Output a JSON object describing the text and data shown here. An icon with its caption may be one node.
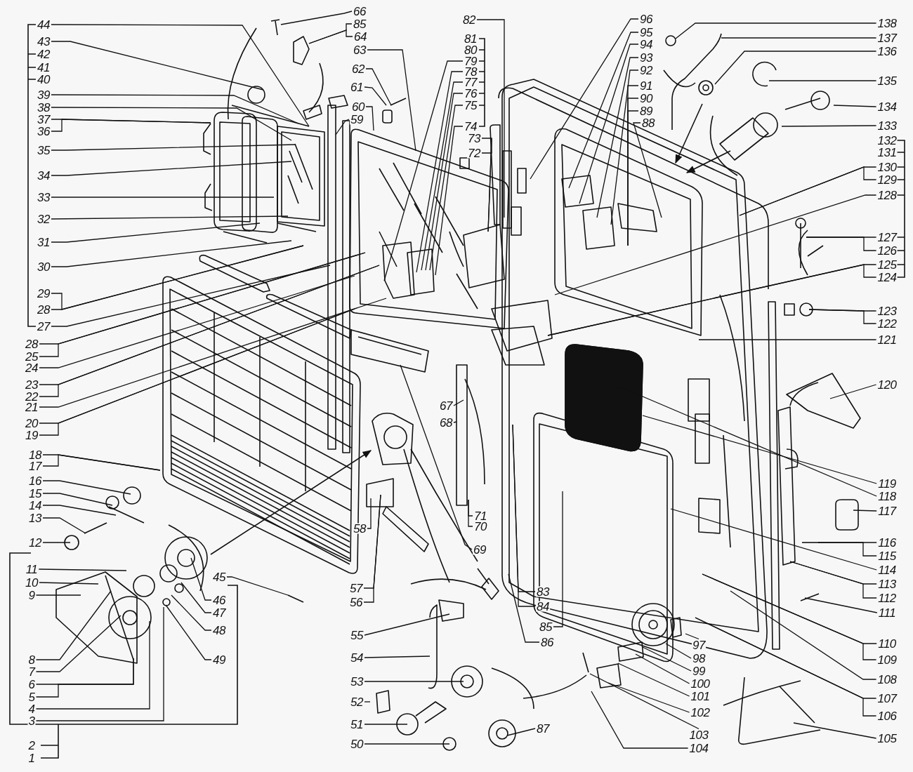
{
  "diagram": {
    "nodes": [
      {
        "text": [
          "3"
        ]
      },
      {
        "text": [
          "4"
        ]
      },
      {
        "text": [
          "5"
        ]
      },
      {
        "text": [
          "6"
        ]
      },
      {
        "text": [
          "7"
        ]
      },
      {
        "text": [
          "8"
        ]
      },
      {
        "text": [
          "9"
        ]
      },
      {
        "text": [
          "10"
        ]
      },
      {
        "text": [
          "11"
        ]
      },
      {
        "text": [
          "12"
        ]
      },
      {
        "text": [
          "13"
        ]
      },
      {
        "text": [
          "14"
        ]
      },
      {
        "text": [
          "15"
        ]
      },
      {
        "text": [
          "16"
        ]
      },
      {
        "text": [
          "17"
        ]
      },
      {
        "text": [
          "18"
        ]
      },
      {
        "text": [
          "19"
        ]
      },
      {
        "text": [
          "20"
        ]
      },
      {
        "text": [
          "21"
        ]
      },
      {
        "text": [
          "22"
        ]
      },
      {
        "text": [
          "23"
        ]
      },
      {
        "text": [
          "24"
        ]
      },
      {
        "text": [
          "25"
        ]
      },
      {
        "text": [
          "28"
        ]
      },
      {
        "text": [
          "27"
        ]
      },
      {
        "text": [
          "28"
        ]
      },
      {
        "text": [
          "29"
        ]
      },
      {
        "text": [
          "30"
        ]
      },
      {
        "text": [
          "31"
        ]
      },
      {
        "text": [
          "32"
        ]
      },
      {
        "text": [
          "33"
        ]
      },
      {
        "text": [
          "34"
        ]
      },
      {
        "text": [
          "35"
        ]
      },
      {
        "text": [
          "36"
        ]
      },
      {
        "text": [
          "37"
        ]
      },
      {
        "text": [
          "38"
        ]
      },
      {
        "text": [
          "39"
        ]
      },
      {
        "text": [
          "43"
        ]
      },
      {
        "text": [
          "44"
        ]
      },
      {
        "text": [
          "45"
        ]
      },
      {
        "text": [
          "46"
        ]
      },
      {
        "text": [
          "47"
        ]
      },
      {
        "text": [
          "48"
        ]
      },
      {
        "text": [
          "49"
        ]
      },
      {
        "text": [
          "50"
        ]
      },
      {
        "text": [
          "51"
        ]
      },
      {
        "text": [
          "52"
        ]
      },
      {
        "text": [
          "53"
        ]
      },
      {
        "text": [
          "54"
        ]
      },
      {
        "text": [
          "55"
        ]
      },
      {
        "text": [
          "56"
        ]
      },
      {
        "text": [
          "57"
        ]
      },
      {
        "text": [
          "58"
        ]
      },
      {
        "text": [
          "59"
        ]
      },
      {
        "text": [
          "60"
        ]
      },
      {
        "text": [
          "61"
        ]
      },
      {
        "text": [
          "62"
        ]
      },
      {
        "text": [
          "63"
        ]
      },
      {
        "text": [
          "64"
        ]
      },
      {
        "text": [
          "85"
        ]
      },
      {
        "text": [
          "66"
        ]
      },
      {
        "text": [
          "67"
        ]
      },
      {
        "text": [
          "68"
        ]
      },
      {
        "text": [
          "69"
        ]
      },
      {
        "text": [
          "70"
        ]
      },
      {
        "text": [
          "71"
        ]
      },
      {
        "text": [
          "72"
        ]
      },
      {
        "text": [
          "73"
        ]
      },
      {
        "text": [
          "74"
        ]
      },
      {
        "text": [
          "75"
        ]
      },
      {
        "text": [
          "76"
        ]
      },
      {
        "text": [
          "77"
        ]
      },
      {
        "text": [
          "78"
        ]
      },
      {
        "text": [
          "79"
        ]
      },
      {
        "text": [
          "82"
        ]
      },
      {
        "text": [
          "83"
        ]
      },
      {
        "text": [
          "84"
        ]
      },
      {
        "text": [
          "85"
        ]
      },
      {
        "text": [
          "86"
        ]
      },
      {
        "text": [
          "87"
        ]
      },
      {
        "text": [
          "88"
        ]
      },
      {
        "text": [
          "89"
        ]
      },
      {
        "text": [
          "90"
        ]
      },
      {
        "text": [
          "91"
        ]
      },
      {
        "text": [
          "92"
        ]
      },
      {
        "text": [
          "93"
        ]
      },
      {
        "text": [
          "94"
        ]
      },
      {
        "text": [
          "95"
        ]
      },
      {
        "text": [
          "96"
        ]
      },
      {
        "text": [
          "97"
        ]
      },
      {
        "text": [
          "98"
        ]
      },
      {
        "text": [
          "99"
        ]
      },
      {
        "text": [
          "100"
        ]
      },
      {
        "text": [
          "101"
        ]
      },
      {
        "text": [
          "102"
        ]
      },
      {
        "text": [
          "103"
        ]
      },
      {
        "text": [
          "104"
        ]
      },
      {
        "text": [
          "105"
        ]
      },
      {
        "text": [
          "106"
        ]
      },
      {
        "text": [
          "107"
        ]
      },
      {
        "text": [
          "108"
        ]
      },
      {
        "text": [
          "109"
        ]
      },
      {
        "text": [
          "110"
        ]
      },
      {
        "text": [
          "111"
        ]
      },
      {
        "text": [
          "112"
        ]
      },
      {
        "text": [
          "113"
        ]
      },
      {
        "text": [
          "114"
        ]
      },
      {
        "text": [
          "115"
        ]
      },
      {
        "text": [
          "116"
        ]
      },
      {
        "text": [
          "117"
        ]
      },
      {
        "text": [
          "118"
        ]
      },
      {
        "text": [
          "119"
        ]
      },
      {
        "text": [
          "120"
        ]
      },
      {
        "text": [
          "121"
        ]
      },
      {
        "text": [
          "122"
        ]
      },
      {
        "text": [
          "123"
        ]
      },
      {
        "text": [
          "124"
        ]
      },
      {
        "text": [
          "125"
        ]
      },
      {
        "text": [
          "126"
        ]
      },
      {
        "text": [
          "127"
        ]
      },
      {
        "text": [
          "128"
        ]
      },
      {
        "text": [
          "129"
        ]
      },
      {
        "text": [
          "130"
        ]
      },
      {
        "text": [
          "133"
        ]
      },
      {
        "text": [
          "134"
        ]
      },
      {
        "text": [
          "135"
        ]
      },
      {
        "text": [
          "136"
        ]
      },
      {
        "text": [
          "137"
        ]
      },
      {
        "text": [
          "138"
        ]
      },
      {
        "text": [
          "42"
        ]
      },
      {
        "text": [
          "41"
        ]
      },
      {
        "text": [
          "40"
        ]
      },
      {
        "text": [
          "81"
        ]
      },
      {
        "text": [
          "80"
        ]
      },
      {
        "text": [
          "132"
        ]
      },
      {
        "text": [
          "131"
        ]
      },
      {
        "text": [
          "2"
        ]
      },
      {
        "text": [
          "1"
        ]
      }
    ],
    "edges": [
      {
        "from": 0,
        "to": null,
        "arrow": "none"
      },
      {
        "from": 1,
        "to": null,
        "arrow": "none"
      },
      {
        "from": 2,
        "to": null,
        "arrow": "none"
      },
      {
        "from": 3,
        "to": null,
        "arrow": "none"
      },
      {
        "from": 4,
        "to": null,
        "arrow": "none"
      },
      {
        "from": 5,
        "to": null,
        "arrow": "none"
      },
      {
        "from": 6,
        "to": null,
        "arrow": "none"
      },
      {
        "from": 7,
        "to": null,
        "arrow": "none"
      },
      {
        "from": 8,
        "to": null,
        "arrow": "none"
      },
      {
        "from": 9,
        "to": null,
        "arrow": "none"
      },
      {
        "from": 10,
        "to": null,
        "arrow": "none"
      },
      {
        "from": 11,
        "to": null,
        "arrow": "none"
      },
      {
        "from": 12,
        "to": null,
        "arrow": "none"
      },
      {
        "from": 13,
        "to": null,
        "arrow": "none"
      },
      {
        "from": 14,
        "to": null,
        "arrow": "none"
      },
      {
        "from": 15,
        "to": null,
        "arrow": "none"
      },
      {
        "from": 16,
        "to": null,
        "arrow": "none"
      },
      {
        "from": 17,
        "to": null,
        "arrow": "none"
      },
      {
        "from": 18,
        "to": null,
        "arrow": "none"
      },
      {
        "from": 19,
        "to": null,
        "arrow": "none"
      },
      {
        "from": 20,
        "to": null,
        "arrow": "none"
      },
      {
        "from": 21,
        "to": null,
        "arrow": "none"
      },
      {
        "from": 22,
        "to": null,
        "arrow": "none"
      },
      {
        "from": 23,
        "to": null,
        "arrow": "none"
      },
      {
        "from": 24,
        "to": null,
        "arrow": "none"
      },
      {
        "from": 25,
        "to": null,
        "arrow": "none"
      },
      {
        "from": 26,
        "to": null,
        "arrow": "none"
      },
      {
        "from": 27,
        "to": null,
        "arrow": "none"
      },
      {
        "from": 28,
        "to": null,
        "arrow": "none"
      },
      {
        "from": 29,
        "to": null,
        "arrow": "none"
      },
      {
        "from": 30,
        "to": null,
        "arrow": "none"
      },
      {
        "from": 31,
        "to": null,
        "arrow": "none"
      },
      {
        "from": 32,
        "to": null,
        "arrow": "none"
      },
      {
        "from": 33,
        "to": null,
        "arrow": "none"
      },
      {
        "from": 34,
        "to": null,
        "arrow": "none"
      },
      {
        "from": 35,
        "to": null,
        "arrow": "none"
      },
      {
        "from": 36,
        "to": null,
        "arrow": "none"
      },
      {
        "from": 37,
        "to": null,
        "arrow": "none"
      },
      {
        "from": 38,
        "to": null,
        "arrow": "none"
      },
      {
        "from": 39,
        "to": null,
        "arrow": "none"
      },
      {
        "from": 40,
        "to": null,
        "arrow": "none"
      },
      {
        "from": 41,
        "to": null,
        "arrow": "none"
      },
      {
        "from": 42,
        "to": null,
        "arrow": "none"
      },
      {
        "from": 43,
        "to": null,
        "arrow": "none"
      },
      {
        "from": 44,
        "to": null,
        "arrow": "none"
      },
      {
        "from": 45,
        "to": null,
        "arrow": "none"
      },
      {
        "from": 46,
        "to": null,
        "arrow": "none"
      },
      {
        "from": 47,
        "to": null,
        "arrow": "none"
      },
      {
        "from": 48,
        "to": null,
        "arrow": "none"
      },
      {
        "from": 49,
        "to": null,
        "arrow": "none"
      },
      {
        "from": 50,
        "to": null,
        "arrow": "none"
      },
      {
        "from": 51,
        "to": null,
        "arrow": "none"
      },
      {
        "from": 52,
        "to": null,
        "arrow": "none"
      },
      {
        "from": 53,
        "to": null,
        "arrow": "none"
      },
      {
        "from": 54,
        "to": null,
        "arrow": "none"
      },
      {
        "from": 55,
        "to": null,
        "arrow": "none"
      },
      {
        "from": 56,
        "to": null,
        "arrow": "none"
      },
      {
        "from": 57,
        "to": null,
        "arrow": "none"
      },
      {
        "from": 58,
        "to": null,
        "arrow": "none"
      },
      {
        "from": 59,
        "to": null,
        "arrow": "none"
      },
      {
        "from": 60,
        "to": null,
        "arrow": "none"
      },
      {
        "from": 61,
        "to": null,
        "arrow": "none"
      },
      {
        "from": 62,
        "to": null,
        "arrow": "none"
      },
      {
        "from": 63,
        "to": null,
        "arrow": "none"
      },
      {
        "from": 64,
        "to": null,
        "arrow": "none"
      },
      {
        "from": 65,
        "to": null,
        "arrow": "none"
      },
      {
        "from": 66,
        "to": null,
        "arrow": "none"
      },
      {
        "from": 67,
        "to": null,
        "arrow": "none"
      },
      {
        "from": 68,
        "to": null,
        "arrow": "none"
      },
      {
        "from": 69,
        "to": null,
        "arrow": "none"
      },
      {
        "from": 70,
        "to": null,
        "arrow": "none"
      },
      {
        "from": 71,
        "to": null,
        "arrow": "none"
      },
      {
        "from": 72,
        "to": null,
        "arrow": "none"
      },
      {
        "from": 73,
        "to": null,
        "arrow": "none"
      },
      {
        "from": 74,
        "to": null,
        "arrow": "none"
      },
      {
        "from": 75,
        "to": null,
        "arrow": "none"
      },
      {
        "from": 76,
        "to": null,
        "arrow": "none"
      },
      {
        "from": 77,
        "to": null,
        "arrow": "none"
      },
      {
        "from": 78,
        "to": null,
        "arrow": "none"
      },
      {
        "from": 79,
        "to": null,
        "arrow": "none"
      },
      {
        "from": 80,
        "to": null,
        "arrow": "none"
      },
      {
        "from": 81,
        "to": null,
        "arrow": "none"
      },
      {
        "from": 82,
        "to": null,
        "arrow": "none"
      },
      {
        "from": 83,
        "to": null,
        "arrow": "none"
      },
      {
        "from": 84,
        "to": null,
        "arrow": "none"
      },
      {
        "from": 85,
        "to": null,
        "arrow": "none"
      },
      {
        "from": 86,
        "to": null,
        "arrow": "none"
      },
      {
        "from": 87,
        "to": null,
        "arrow": "none"
      },
      {
        "from": 88,
        "to": null,
        "arrow": "none"
      },
      {
        "from": 89,
        "to": null,
        "arrow": "none"
      },
      {
        "from": 90,
        "to": null,
        "arrow": "none"
      },
      {
        "from": 91,
        "to": null,
        "arrow": "none"
      },
      {
        "from": 92,
        "to": null,
        "arrow": "none"
      },
      {
        "from": 93,
        "to": null,
        "arrow": "none"
      },
      {
        "from": 94,
        "to": null,
        "arrow": "none"
      },
      {
        "from": 95,
        "to": null,
        "arrow": "none"
      },
      {
        "from": 96,
        "to": null,
        "arrow": "none"
      },
      {
        "from": 97,
        "to": null,
        "arrow": "none"
      },
      {
        "from": 98,
        "to": null,
        "arrow": "none"
      },
      {
        "from": 99,
        "to": null,
        "arrow": "none"
      },
      {
        "from": 100,
        "to": null,
        "arrow": "none"
      },
      {
        "from": 101,
        "to": null,
        "arrow": "none"
      },
      {
        "from": 102,
        "to": null,
        "arrow": "none"
      },
      {
        "from": 103,
        "to": null,
        "arrow": "none"
      },
      {
        "from": 104,
        "to": null,
        "arrow": "none"
      },
      {
        "from": 105,
        "to": null,
        "arrow": "none"
      },
      {
        "from": 106,
        "to": null,
        "arrow": "none"
      },
      {
        "from": 107,
        "to": null,
        "arrow": "none"
      },
      {
        "from": 108,
        "to": null,
        "arrow": "none"
      },
      {
        "from": 109,
        "to": null,
        "arrow": "none"
      },
      {
        "from": 110,
        "to": null,
        "arrow": "none"
      },
      {
        "from": 111,
        "to": null,
        "arrow": "none"
      },
      {
        "from": 112,
        "to": null,
        "arrow": "none"
      },
      {
        "from": 113,
        "to": null,
        "arrow": "none"
      },
      {
        "from": 114,
        "to": null,
        "arrow": "none"
      },
      {
        "from": 115,
        "to": null,
        "arrow": "none"
      },
      {
        "from": 116,
        "to": null,
        "arrow": "none"
      },
      {
        "from": 117,
        "to": null,
        "arrow": "none"
      },
      {
        "from": 118,
        "to": null,
        "arrow": "none"
      },
      {
        "from": 119,
        "to": null,
        "arrow": "none"
      },
      {
        "from": 120,
        "to": null,
        "arrow": "none"
      },
      {
        "from": 121,
        "to": null,
        "arrow": "none"
      },
      {
        "from": 122,
        "to": null,
        "arrow": "none"
      },
      {
        "from": 123,
        "to": null,
        "arrow": "none"
      },
      {
        "from": 124,
        "to": null,
        "arrow": "none"
      },
      {
        "from": 125,
        "to": null,
        "arrow": "none"
      },
      {
        "from": 126,
        "to": null,
        "arrow": "none"
      },
      {
        "from": 127,
        "to": null,
        "arrow": "none"
      },
      {
        "from": 128,
        "to": null,
        "arrow": "none"
      }
    ]
  }
}
